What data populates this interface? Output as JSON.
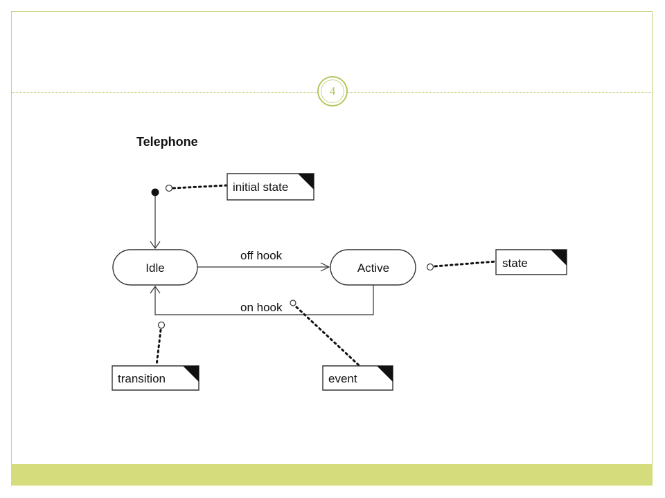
{
  "page_number": "4",
  "diagram": {
    "title": "Telephone",
    "states": {
      "idle": "Idle",
      "active": "Active"
    },
    "transitions": {
      "off_hook": "off hook",
      "on_hook": "on hook"
    },
    "notes": {
      "initial_state": "initial state",
      "state": "state",
      "transition": "transition",
      "event": "event"
    }
  },
  "colors": {
    "accent": "#b8c45e",
    "footer": "#d4dc7c",
    "frame": "#c8d27a"
  }
}
